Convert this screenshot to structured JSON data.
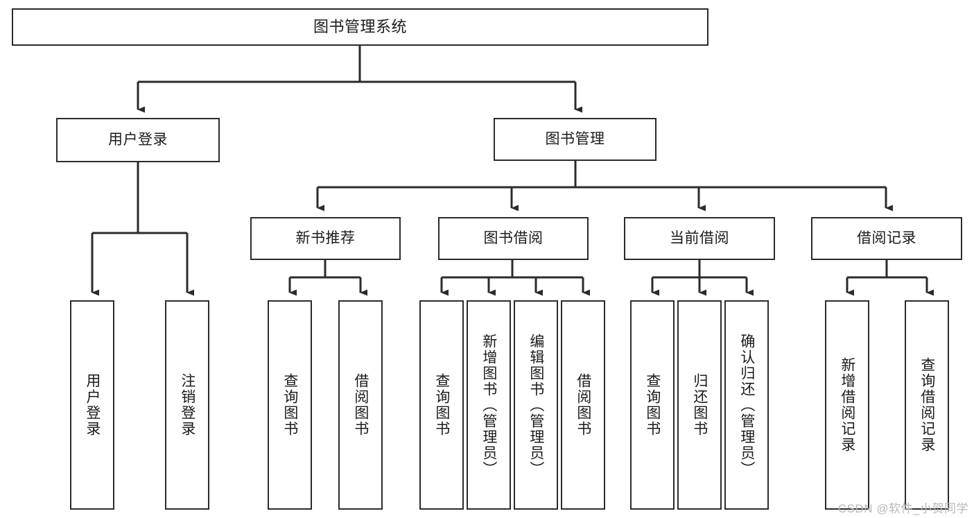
{
  "diagram": {
    "title": "图书管理系统",
    "type": "hierarchy-tree",
    "colors": {
      "border": "#2b2b2b",
      "fill": "#ffffff",
      "text": "#1b1b1b",
      "connector": "#2b2b2b",
      "watermark": "#b9b9b9"
    },
    "root": {
      "label": "图书管理系统"
    },
    "level1": [
      {
        "label": "用户登录"
      },
      {
        "label": "图书管理"
      }
    ],
    "level2": [
      {
        "label": "新书推荐"
      },
      {
        "label": "图书借阅"
      },
      {
        "label": "当前借阅"
      },
      {
        "label": "借阅记录"
      }
    ],
    "leaves": {
      "user_login": [
        {
          "label": "用户登录"
        },
        {
          "label": "注销登录"
        }
      ],
      "new_book": [
        {
          "label": "查询图书"
        },
        {
          "label": "借阅图书"
        }
      ],
      "book_borrow": [
        {
          "label": "查询图书"
        },
        {
          "label": "新增图书（管理员）"
        },
        {
          "label": "编辑图书（管理员）"
        },
        {
          "label": "借阅图书"
        }
      ],
      "current_borrow": [
        {
          "label": "查询图书"
        },
        {
          "label": "归还图书"
        },
        {
          "label": "确认归还（管理员）"
        }
      ],
      "borrow_record": [
        {
          "label": "新增借阅记录"
        },
        {
          "label": "查询借阅记录"
        }
      ]
    },
    "watermark": "CSDN @软件_小贺同学"
  }
}
